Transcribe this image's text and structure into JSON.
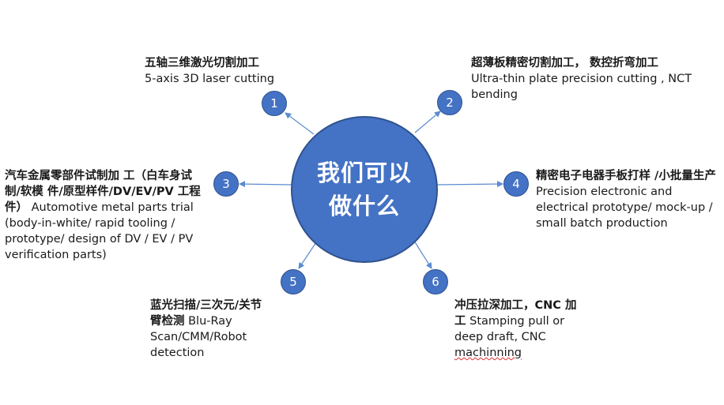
{
  "hub": {
    "text": "我们可以做什么"
  },
  "nodes": [
    {
      "num": "1",
      "cn": "五轴三维激光切割加工",
      "en": "5-axis 3D laser cutting"
    },
    {
      "num": "2",
      "cn": "超薄板精密切割加工， 数控折弯加工",
      "en": "Ultra-thin plate precision cutting , NCT bending"
    },
    {
      "num": "3",
      "cn": "汽车金属零部件试制加 工（白车身试制/软模 件/原型样件/DV/EV/PV 工程件）",
      "en": " Automotive metal parts trial (body-in-white/ rapid tooling / prototype/ design of DV / EV / PV verification parts)"
    },
    {
      "num": "4",
      "cn": "精密电子电器手板打样 /小批量生产",
      "en": " Precision electronic and electrical prototype/ mock-up / small batch production"
    },
    {
      "num": "5",
      "cn": "蓝光扫描/三次元/关节 臂检测",
      "en": " Blu-Ray Scan/CMM/Robot detection"
    },
    {
      "num": "6",
      "cn": "冲压拉深加工，CNC 加工",
      "en": " Stamping pull or deep draft, CNC ",
      "en_tail": "machinning"
    }
  ],
  "colors": {
    "fill": "#4472c4",
    "stroke": "#2f528f",
    "arrow": "#5b8bd0"
  }
}
